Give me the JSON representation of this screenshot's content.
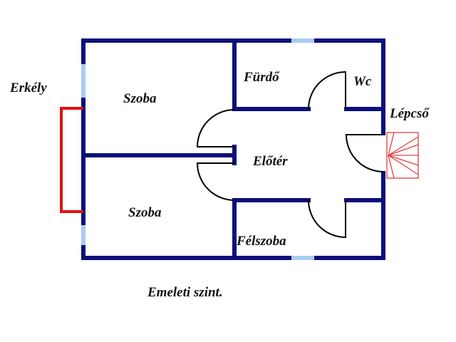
{
  "title": "Emeleti szint.",
  "rooms": {
    "szoba_top": "Szoba",
    "szoba_bottom": "Szoba",
    "furdo": "Fürdő",
    "wc": "Wc",
    "eloter": "Előtér",
    "felszoba": "Félszoba"
  },
  "outside": {
    "erkely": "Erkély",
    "lepcso": "Lépcső"
  },
  "colors": {
    "wall": "#0b0f7a",
    "window": "#a9cdf0",
    "balcony": "#e01010",
    "stairs": "#e04040"
  }
}
